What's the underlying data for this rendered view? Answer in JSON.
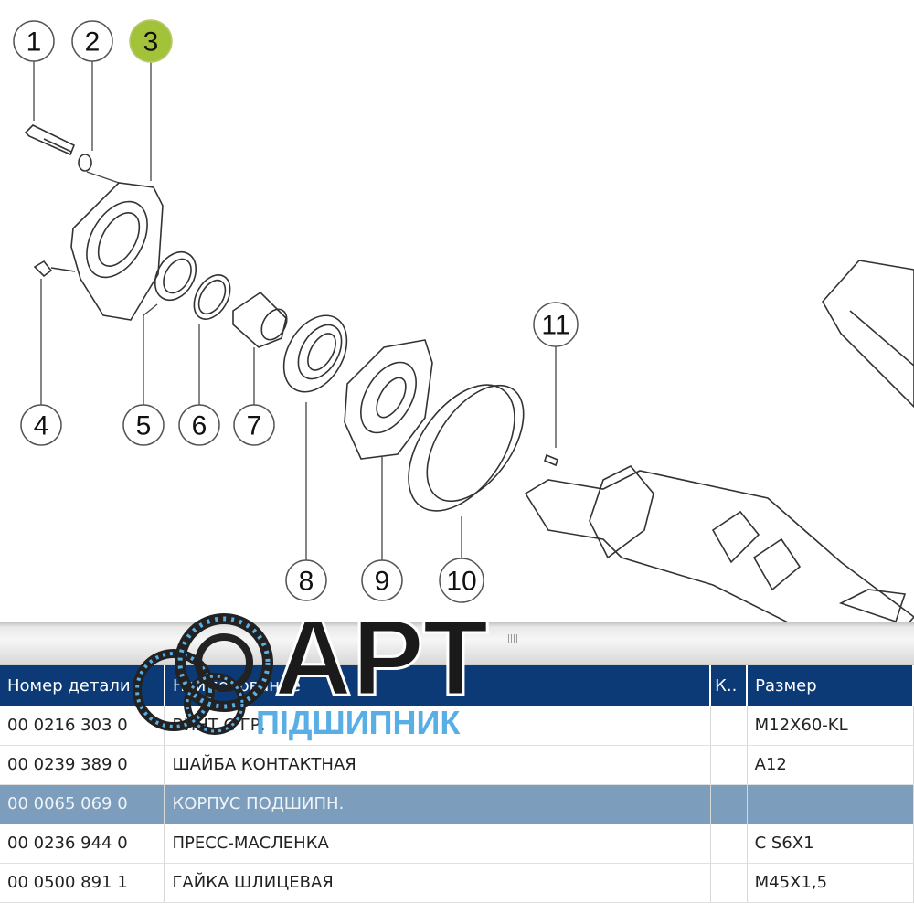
{
  "diagram": {
    "callouts": [
      "1",
      "2",
      "3",
      "4",
      "5",
      "6",
      "7",
      "8",
      "9",
      "10",
      "11"
    ],
    "highlighted_callout": "3",
    "highlight_color": "#a2c23a"
  },
  "logo": {
    "title": "АРТ",
    "subtitle": "ПІДШИПНИК"
  },
  "table": {
    "columns": [
      "Номер детали",
      "Наименование",
      "К..",
      "Размер"
    ],
    "rows": [
      {
        "number": "00 0216 303 0",
        "name": "ВИНТ С ГР.",
        "qty": "",
        "size": "M12X60-KL"
      },
      {
        "number": "00 0239 389 0",
        "name": "ШАЙБА КОНТАКТНАЯ",
        "qty": "",
        "size": "A12"
      },
      {
        "number": "00 0065 069 0",
        "name": "КОРПУС ПОДШИПН.",
        "qty": "",
        "size": "",
        "selected": true
      },
      {
        "number": "00 0236 944 0",
        "name": "ПРЕСС-МАСЛЕНКА",
        "qty": "",
        "size": "C S6X1"
      },
      {
        "number": "00 0500 891 1",
        "name": "ГАЙКА ШЛИЦЕВАЯ",
        "qty": "",
        "size": "M45X1,5"
      }
    ],
    "header_color": "#0b3a76",
    "selected_color": "#7d9dbd"
  }
}
